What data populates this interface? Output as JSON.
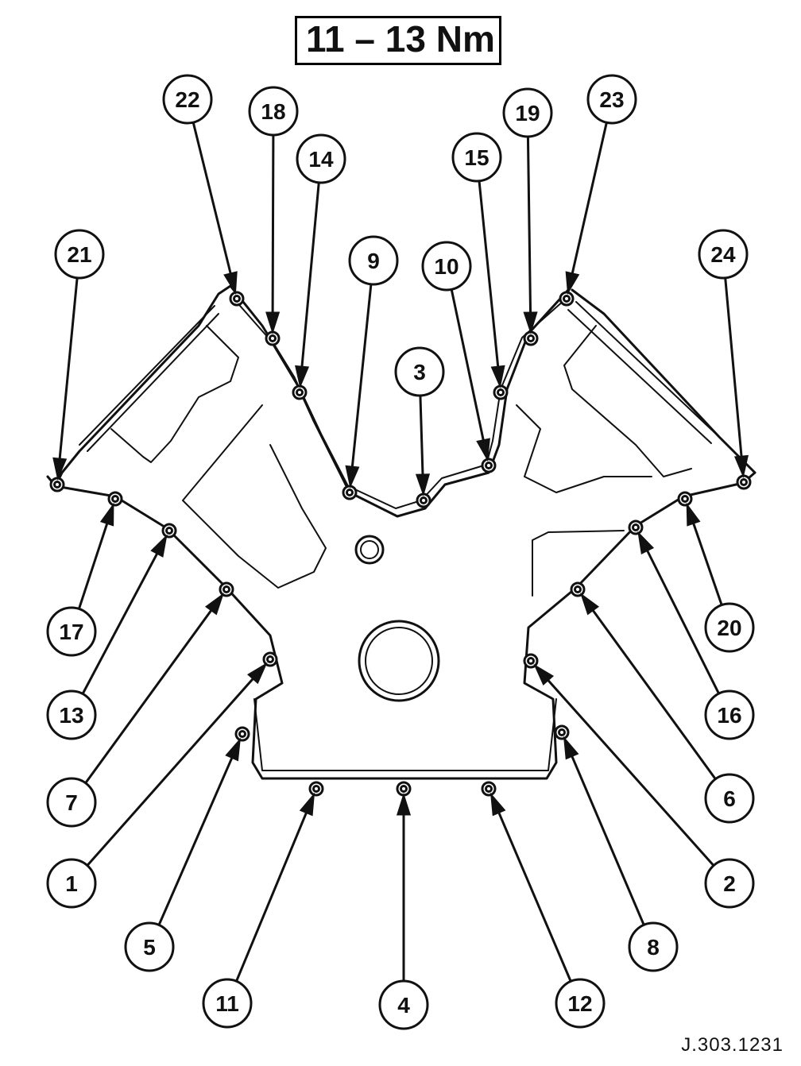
{
  "torque_spec": "11 – 13 Nm",
  "figure_ref": "J.303.1231",
  "callout_labels": [
    "1",
    "2",
    "3",
    "4",
    "5",
    "6",
    "7",
    "8",
    "9",
    "10",
    "11",
    "12",
    "13",
    "14",
    "15",
    "16",
    "17",
    "18",
    "19",
    "20",
    "21",
    "22",
    "23",
    "24"
  ],
  "colors": {
    "line": "#111111",
    "background": "#ffffff"
  }
}
